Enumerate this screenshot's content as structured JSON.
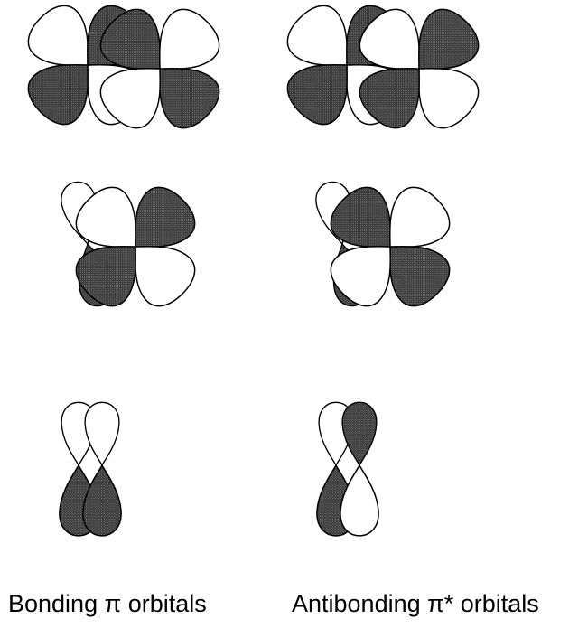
{
  "captions": {
    "bonding": "Bonding π orbitals",
    "antibonding": "Antibonding π* orbitals"
  },
  "colors": {
    "shaded_lobe": "#3a3a3a",
    "shade_dot": "#7a7a7a",
    "outline": "#000000",
    "unshaded_lobe": "#ffffff",
    "background": "#ffffff"
  },
  "columns": [
    {
      "name": "bonding",
      "rows": [
        {
          "kind": "d-d overlap"
        },
        {
          "kind": "p-d overlap"
        },
        {
          "kind": "p-p overlap"
        }
      ]
    },
    {
      "name": "antibonding",
      "rows": [
        {
          "kind": "d-d overlap"
        },
        {
          "kind": "p-d overlap"
        },
        {
          "kind": "p-p overlap"
        }
      ]
    }
  ]
}
